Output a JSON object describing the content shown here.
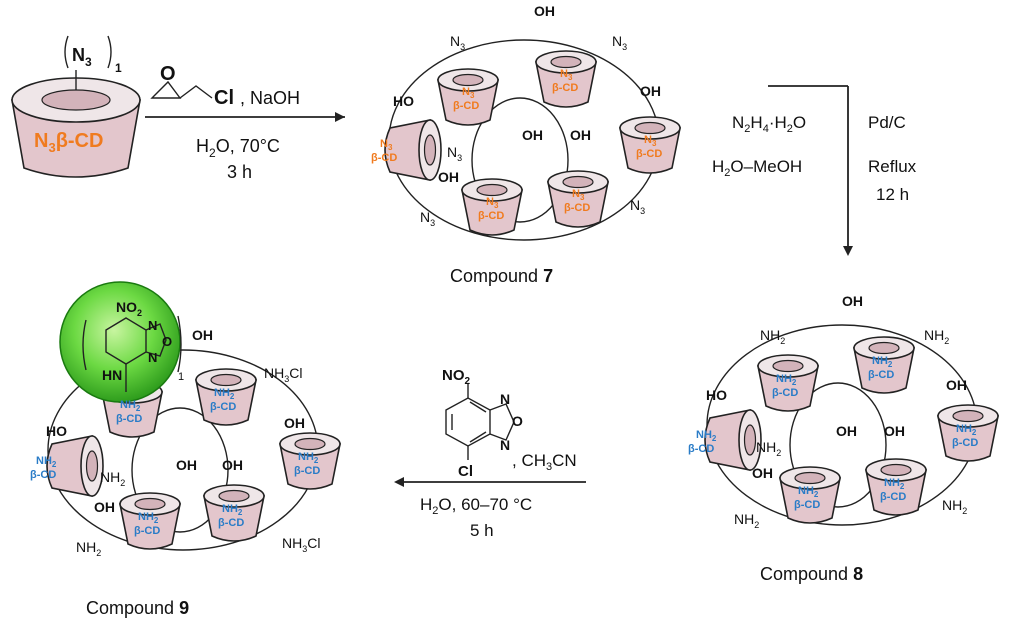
{
  "start_material": {
    "label_main": "N",
    "label_sub": "3",
    "label_rest": "β-CD",
    "bracket_group": "N",
    "bracket_group_sub": "3",
    "bracket_count": "1"
  },
  "step1": {
    "reagent_suffix": "Cl",
    "reagent_extra": ", NaOH",
    "solvent": "H",
    "solvent_sub": "2",
    "solvent_rest": "O, 70°C",
    "time": "3 h"
  },
  "step2": {
    "reagent_a": "N",
    "reagent_a_sub1": "2",
    "reagent_a_mid": "H",
    "reagent_a_sub2": "4",
    "reagent_a_rest": "·H",
    "reagent_a_sub3": "2",
    "reagent_a_end": "O",
    "solvent": "H",
    "solvent_sub": "2",
    "solvent_rest": "O–MeOH",
    "catalyst": "Pd/C",
    "condition": "Reflux",
    "time": "12 h"
  },
  "step3": {
    "no2": "NO",
    "no2_sub": "2",
    "ring_n": "N",
    "ring_o": "O",
    "ring_cl": "Cl",
    "solvent_extra": ", CH",
    "solvent_extra_sub": "3",
    "solvent_extra_end": "CN",
    "solvent": "H",
    "solvent_sub": "2",
    "solvent_rest": "O, 60–70 °C",
    "time": "5 h"
  },
  "compounds": {
    "c7_prefix": "Compound ",
    "c7_num": "7",
    "c8_prefix": "Compound ",
    "c8_num": "8",
    "c9_prefix": "Compound ",
    "c9_num": "9"
  },
  "cone_labels": {
    "c7_line1": "N",
    "c7_line1_sub": "3",
    "c7_line2": "β-CD",
    "amine_line1": "NH",
    "amine_line1_sub": "2",
    "amine_line2": "β-CD"
  },
  "substituents": {
    "oh": "OH",
    "ho": "HO",
    "n3": "N",
    "n3_sub": "3",
    "nh2": "NH",
    "nh2_sub": "2",
    "nh3cl": "NH",
    "nh3cl_sub": "3",
    "nh3cl_end": "Cl",
    "count": "1",
    "hn": "HN",
    "no2": "NO",
    "no2_sub": "2",
    "n": "N",
    "o": "O"
  },
  "colors": {
    "azide_label": "#f07b1f",
    "amine_label": "#2a7cc7",
    "cone_fill": "#e3c6cc",
    "fluorophore_glow": "#55d13a"
  }
}
